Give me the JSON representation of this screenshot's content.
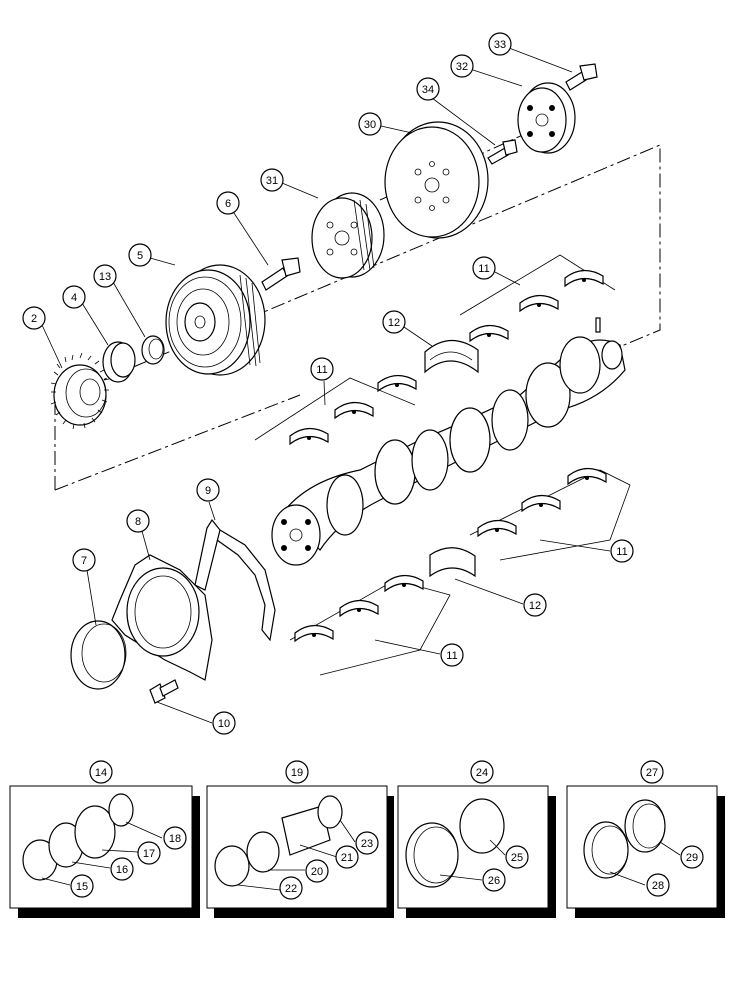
{
  "callouts": {
    "c2": "2",
    "c4": "4",
    "c5": "5",
    "c6": "6",
    "c7": "7",
    "c8": "8",
    "c9": "9",
    "c10": "10",
    "c11a": "11",
    "c11b": "11",
    "c11c": "11",
    "c11d": "11",
    "c12a": "12",
    "c12b": "12",
    "c13": "13",
    "c14": "14",
    "c15": "15",
    "c16": "16",
    "c17": "17",
    "c18": "18",
    "c19": "19",
    "c20": "20",
    "c21": "21",
    "c22": "22",
    "c23": "23",
    "c24": "24",
    "c25": "25",
    "c26": "26",
    "c27": "27",
    "c28": "28",
    "c29": "29",
    "c30": "30",
    "c31": "31",
    "c32": "32",
    "c33": "33",
    "c34": "34"
  }
}
